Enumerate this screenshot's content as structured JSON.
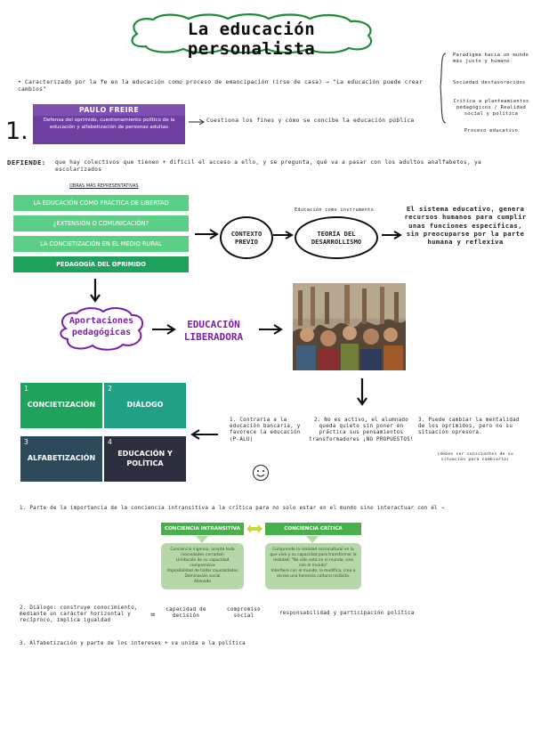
{
  "title": "La educación personalista",
  "characterization": {
    "text": "• Caracterizado por la fe en la educación como proceso de emancipación (irse de casa) → \"La educación puede crear cambios\"",
    "branches": [
      "Paradigma hacia un mundo más justo y humano",
      "Sociedad desfavorecidos",
      "Crítica a planteamientos pedagógicos / Realidad social y política",
      "Proceso educativo"
    ]
  },
  "paulo": {
    "number": "1.",
    "name": "PAULO FREIRE",
    "summary": "Defensa del oprimido, cuestionamiento político de la educación y alfabetización de personas adultas",
    "note": "Cuestiona los fines y cómo se concibe la educación pública"
  },
  "defends": {
    "label": "DEFIENDE:",
    "text": "que hay colectivos que tienen + difícil el acceso a ello, y se pregunta, qué va a pasar con los adultos analfabetos, ya escolarizados"
  },
  "works": {
    "heading": "OBRAS MÁS REPRESENTATIVAS",
    "items": [
      "LA EDUCACIÓN COMO PRÁCTICA DE LIBERTAD",
      "¿EXTENSIÓN O COMUNICACIÓN?",
      "LA CONCIETIZACIÓN EN EL MEDIO RURAL",
      "PEDAGOGÍA DEL OPRIMIDO"
    ]
  },
  "flow": {
    "context": "CONTEXTO PREVIO",
    "tool_label": "Educación como instrumento",
    "theory": "TEORÍA DEL DESARROLLISMO",
    "system_text": "El sistema educativo, genera recursos humanos para cumplir unas funciones específicas, sin preocuparse por la parte humana y reflexiva",
    "contributions": "Aportaciones pedagógicas",
    "liberating": "EDUCACIÓN LIBERADORA"
  },
  "principles": [
    {
      "num": "1",
      "text": "CONCIETIZACIÓN",
      "color": "#1fa35c"
    },
    {
      "num": "2",
      "text": "DIÁLOGO",
      "color": "#20a085"
    },
    {
      "num": "3",
      "text": "ALFABETIZACIÓN",
      "color": "#2c4a59"
    },
    {
      "num": "4",
      "text": "EDUCACIÓN Y POLÍTICA",
      "color": "#2b2f3d"
    }
  ],
  "points": {
    "p1": "1. Contraria a la educación bancaria, y favorece la educación (P-ALU)",
    "p2": "2. No es activo, el alumnado queda quieto sin poner en práctica sus pensamientos transformadores ¡NO PROPUESTOS!",
    "p3": "3. Puede cambiar la mentalidad de los oprimidos, pero no su situación opresora.",
    "p3_note": "(deben ser conscientes de su situación para cambiarla)"
  },
  "awareness": {
    "intro": "1. Parte de la importancia de la conciencia intransitiva a la crítica para no solo estar en el mundo sino interactuar con él →",
    "left_title": "CONCIENCIA INTRANSITIVA",
    "right_title": "CONCIENCIA CRÍTICA",
    "left_lines": [
      "Conciencia ingenua, acepta todo",
      "(sociedades cerradas)",
      "Limitación de su capacidad comprensiva",
      "Imposibilidad de hallar causalidades",
      "Dominación social",
      "Alienado"
    ],
    "right_lines": [
      "Comprende la realidad sociocultural en la",
      "que vive y su capacidad para transformar la",
      "realidad: \"No sólo está en el mundo, sino",
      "con el mundo\"",
      "Interfiere con el mundo, lo modifica, crea o",
      "recrea una herencia cultural recibida."
    ]
  },
  "dialogue": {
    "text": "2. Diálogo: construye conocimiento, mediante un carácter horizontal y recíproco, implica igualdad",
    "items": [
      "capacidad de decisión",
      "compromiso social",
      "responsabilidad y participación política"
    ]
  },
  "literacy": "3. Alfabetización y parte de los intereses + va unida a la política",
  "colors": {
    "green": "#1fa35c",
    "purple": "#6e3fa0",
    "light_green": "#5ccf86",
    "bubble_purple": "#7c1fa8"
  }
}
